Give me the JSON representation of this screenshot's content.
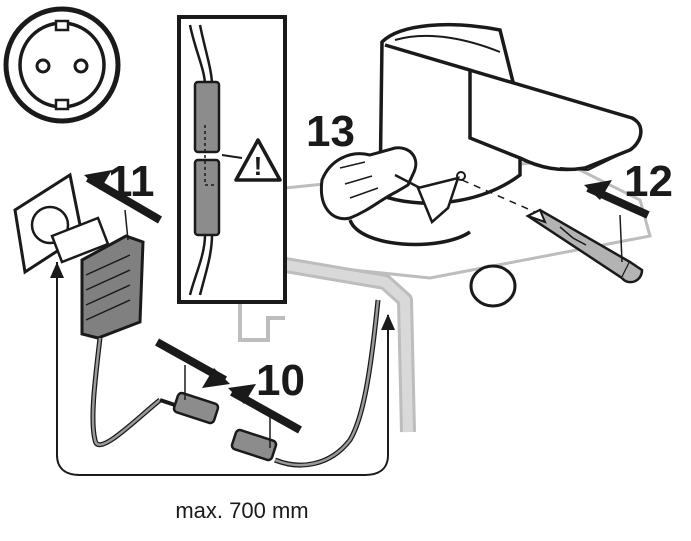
{
  "steps": {
    "step_10": "10",
    "step_11": "11",
    "step_12": "12",
    "step_13": "13"
  },
  "dimension": {
    "label": "max. 700 mm"
  },
  "warning": {
    "symbol": "!"
  },
  "icons": {
    "socket": "wall-socket-icon",
    "warning": "warning-triangle-icon",
    "arrow": "push-arrow-icon"
  },
  "colors": {
    "ink": "#1a1a1a",
    "basin": "#d9d9d9",
    "power_unit": "#808080",
    "connector": "#8c8c8c",
    "pencil": "#b3b3b3",
    "background": "#ffffff"
  }
}
